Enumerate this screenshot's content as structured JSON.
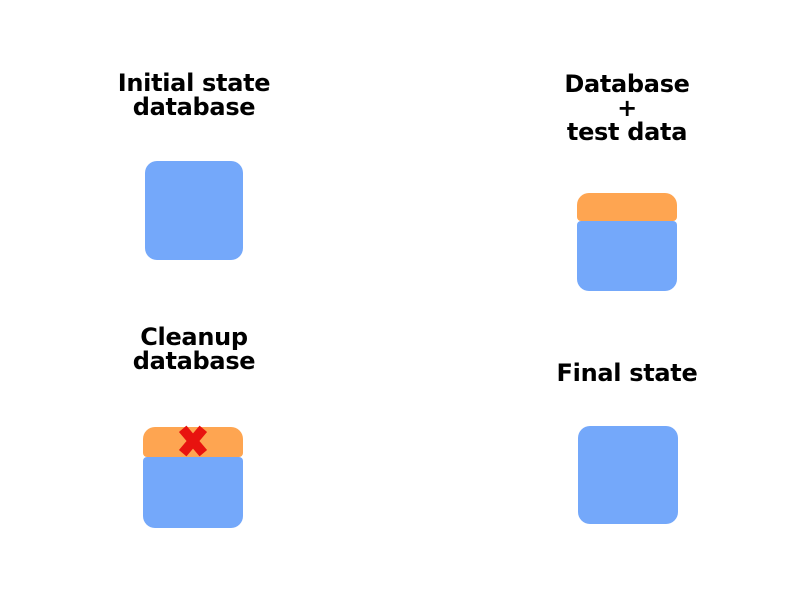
{
  "colors": {
    "background": "#FFFFFF",
    "text": "#000000",
    "blue": "#74A8FA",
    "orange": "#FEA551",
    "red": "#E8130F"
  },
  "panels": [
    {
      "id": "initial-state",
      "lines": [
        "Initial state",
        "database"
      ]
    },
    {
      "id": "database-test-data",
      "lines": [
        "Database",
        "+",
        "test data"
      ]
    },
    {
      "id": "cleanup-database",
      "lines": [
        "Cleanup",
        "database"
      ]
    },
    {
      "id": "final-state",
      "lines": [
        "Final state"
      ]
    }
  ],
  "icons": {
    "delete_mark": "x-cross"
  }
}
